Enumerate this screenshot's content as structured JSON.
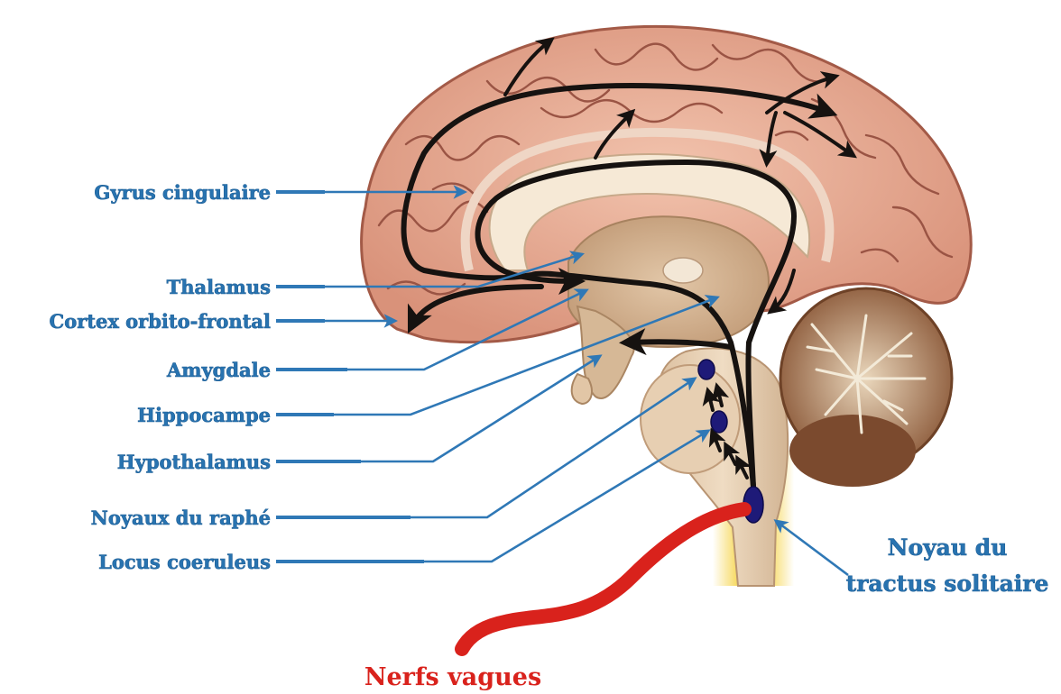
{
  "labels": {
    "gyrus_cingulaire": "Gyrus cingulaire",
    "thalamus": "Thalamus",
    "cortex_orbito_frontal": "Cortex orbito-frontal",
    "amygdale": "Amygdale",
    "hippocampe": "Hippocampe",
    "hypothalamus": "Hypothalamus",
    "noyaux_du_raphe": "Noyaux du raphé",
    "locus_coeruleus": "Locus coeruleus",
    "noyau_du_tractus_solitaire_line1": "Noyau du",
    "noyau_du_tractus_solitaire_line2": "tractus solitaire",
    "nerfs_vagues": "Nerfs vagues"
  },
  "colors": {
    "label_blue": "#2873b0",
    "leader_blue": "#2f78b6",
    "nerve_red": "#d9221c",
    "nucleus_navy": "#1e1a78",
    "cortex_pink": "#e8a890",
    "flow_black": "#161210"
  }
}
